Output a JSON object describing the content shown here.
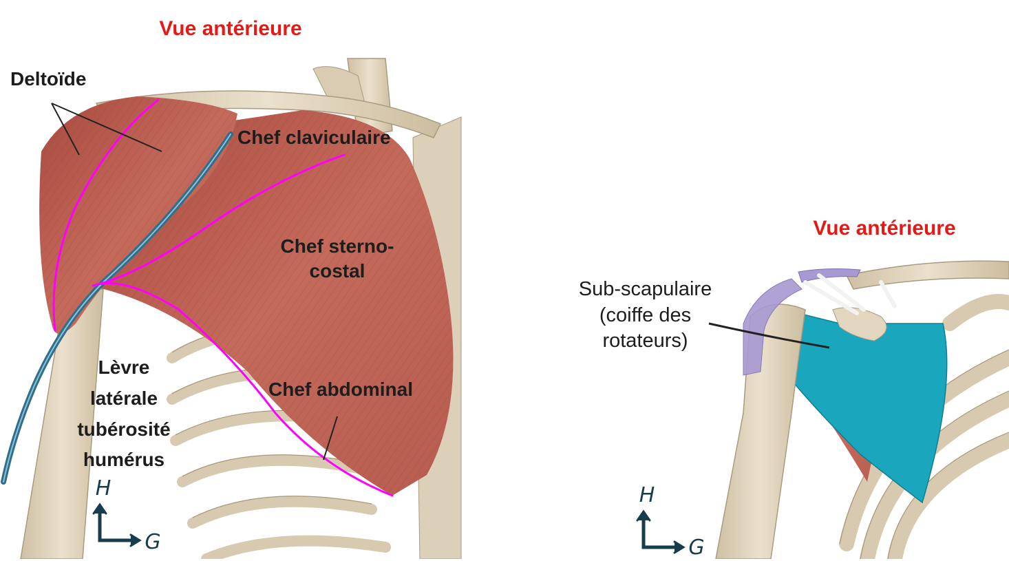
{
  "left_panel": {
    "title": "Vue antérieure",
    "labels": {
      "deltoide": "Deltoïde",
      "chef_claviculaire": "Chef claviculaire",
      "chef_sterno_1": "Chef sterno-",
      "chef_sterno_2": "costal",
      "chef_abdominal": "Chef abdominal",
      "levre_1": "Lèvre",
      "levre_2": "latérale",
      "levre_3": "tubérosité",
      "levre_4": "humérus"
    },
    "compass": {
      "up": "H",
      "right": "G"
    }
  },
  "right_panel": {
    "title": "Vue antérieure",
    "labels": {
      "sub_1": "Sub-scapulaire",
      "sub_2": "(coiffe des",
      "sub_3": "rotateurs)"
    },
    "compass": {
      "up": "H",
      "right": "G"
    }
  },
  "colors": {
    "title": "#e31b17",
    "muscle": "#b8584c",
    "bone": "#e3d6bf",
    "vein": "#2f6f8c",
    "outline": "#ff00ff",
    "subscapularis": "#1aa6bd",
    "compass": "#173c4c"
  }
}
